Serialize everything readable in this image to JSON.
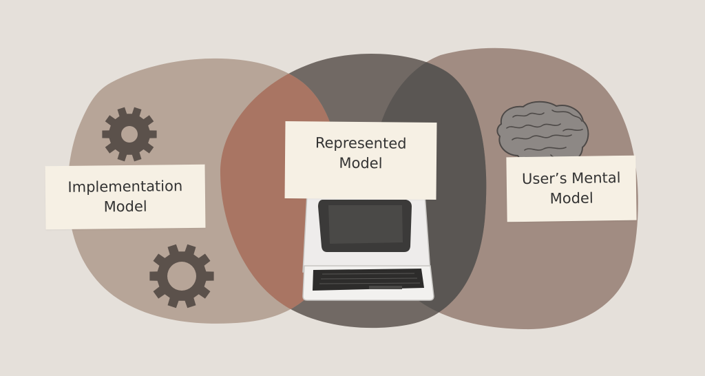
{
  "labels": {
    "implementation": {
      "line1": "Implementation",
      "line2": "Model"
    },
    "represented": {
      "line1": "Represented",
      "line2": "Model"
    },
    "user": {
      "line1": "User’s Mental",
      "line2": "Model"
    }
  },
  "colors": {
    "background": "#e5e0da",
    "left_blob": "#b7a598",
    "middle_blob": "#716964",
    "right_blob": "#a18c82",
    "left_middle_overlap": "#a97563",
    "middle_right_overlap": "#5a5653",
    "gear": "#5b514b",
    "label_paper": "#f6f0e4",
    "label_text": "#333333"
  },
  "icons": [
    "gear-icon",
    "gear-icon",
    "computer-terminal-icon",
    "brain-icon"
  ]
}
